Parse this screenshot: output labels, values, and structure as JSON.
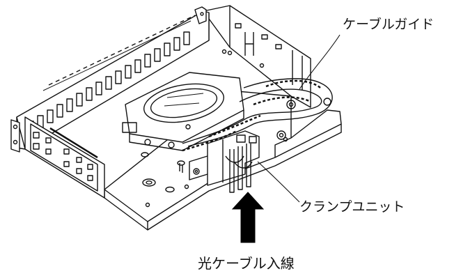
{
  "labels": {
    "cable_guide": "ケーブルガイド",
    "clamp_unit": "クランプユニット",
    "caption": "光ケーブル入線"
  },
  "colors": {
    "ink": "#111111",
    "paper": "#ffffff",
    "arrow": "#000000"
  },
  "icons": {
    "inlet_arrow": "arrow-up-icon"
  }
}
